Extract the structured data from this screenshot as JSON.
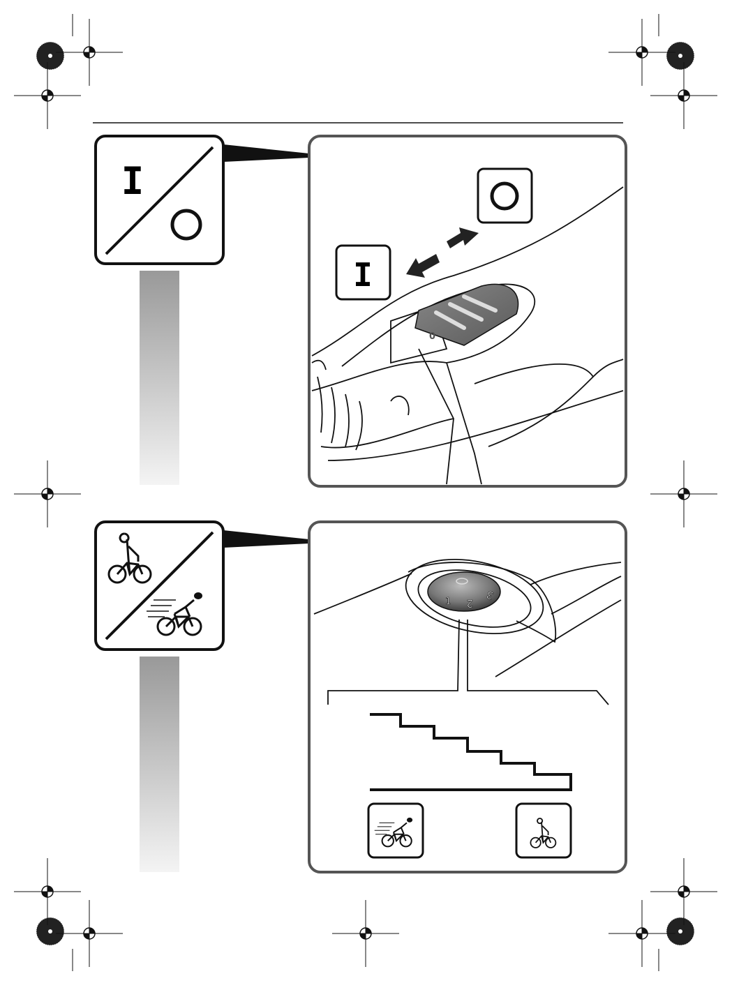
{
  "power_switch": {
    "on_symbol": "I",
    "off_symbol": "O",
    "switch_marking": "0"
  },
  "speed_dial": {
    "dial_numbers": [
      "1",
      "2",
      "3"
    ],
    "icons": {
      "fast": "fast-cyclist-icon",
      "slow": "slow-cyclist-icon"
    }
  },
  "colors": {
    "stroke": "#1a1a1a",
    "panel_border": "#555555",
    "switch_gray": "#6e6e6e",
    "bar_top": "#9a9a9a",
    "bar_bottom": "#f2f2f2"
  }
}
